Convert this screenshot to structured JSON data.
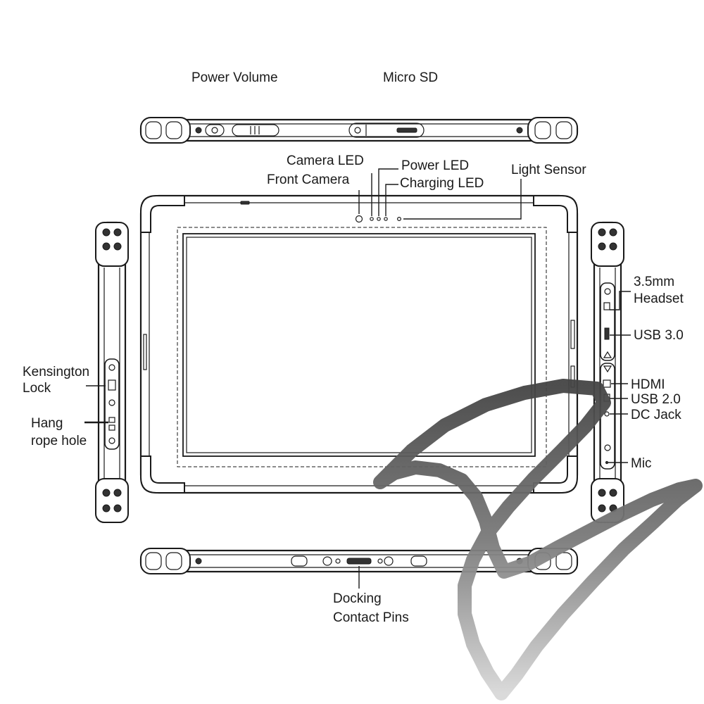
{
  "labels": {
    "power_volume": "Power Volume",
    "micro_sd": "Micro SD",
    "camera_led": "Camera LED",
    "front_camera": "Front Camera",
    "power_led": "Power LED",
    "charging_led": "Charging LED",
    "light_sensor": "Light Sensor",
    "kensington_1": "Kensington",
    "kensington_2": "Lock",
    "hang_1": "Hang",
    "hang_2": "rope hole",
    "headset_1": "3.5mm",
    "headset_2": "Headset",
    "usb3": "USB 3.0",
    "hdmi": "HDMI",
    "usb2": "USB 2.0",
    "dc_jack": "DC Jack",
    "mic": "Mic",
    "docking_1": "Docking",
    "docking_2": "Contact Pins"
  },
  "colors": {
    "line": "#1a1a1a",
    "scribble": "#555555",
    "background": "#ffffff"
  }
}
